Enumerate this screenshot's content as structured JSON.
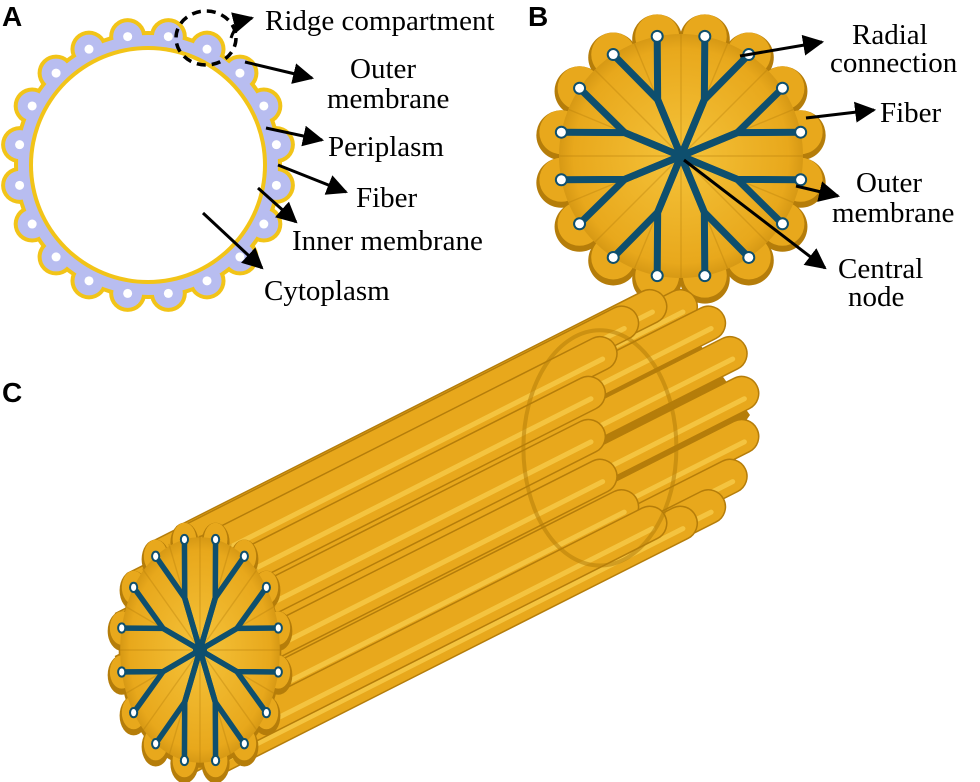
{
  "panels": {
    "A": {
      "letter": "A",
      "labels": {
        "ridge_compartment": "Ridge compartment",
        "outer_membrane_1": "Outer",
        "outer_membrane_2": "membrane",
        "periplasm": "Periplasm",
        "fiber": "Fiber",
        "inner_membrane": "Inner membrane",
        "cytoplasm": "Cytoplasm"
      }
    },
    "B": {
      "letter": "B",
      "labels": {
        "radial_connection_1": "Radial",
        "radial_connection_2": "connection",
        "fiber": "Fiber",
        "outer_membrane_1": "Outer",
        "outer_membrane_2": "membrane",
        "central_node_1": "Central",
        "central_node_2": "node"
      }
    },
    "C": {
      "letter": "C"
    }
  },
  "colors": {
    "membrane_yellow": "#f2c418",
    "periplasm_lavender": "#b8bdf0",
    "gold": "#e8a81c",
    "gold_dark": "#b57d0a",
    "gold_light": "#f7cc4a",
    "fiber_blue": "#0e4f6e",
    "node_white": "#ffffff",
    "arrow": "#000000"
  },
  "icons": {
    "arrow": "arrow-icon",
    "ridge_highlight": "dashed-circle-icon"
  }
}
